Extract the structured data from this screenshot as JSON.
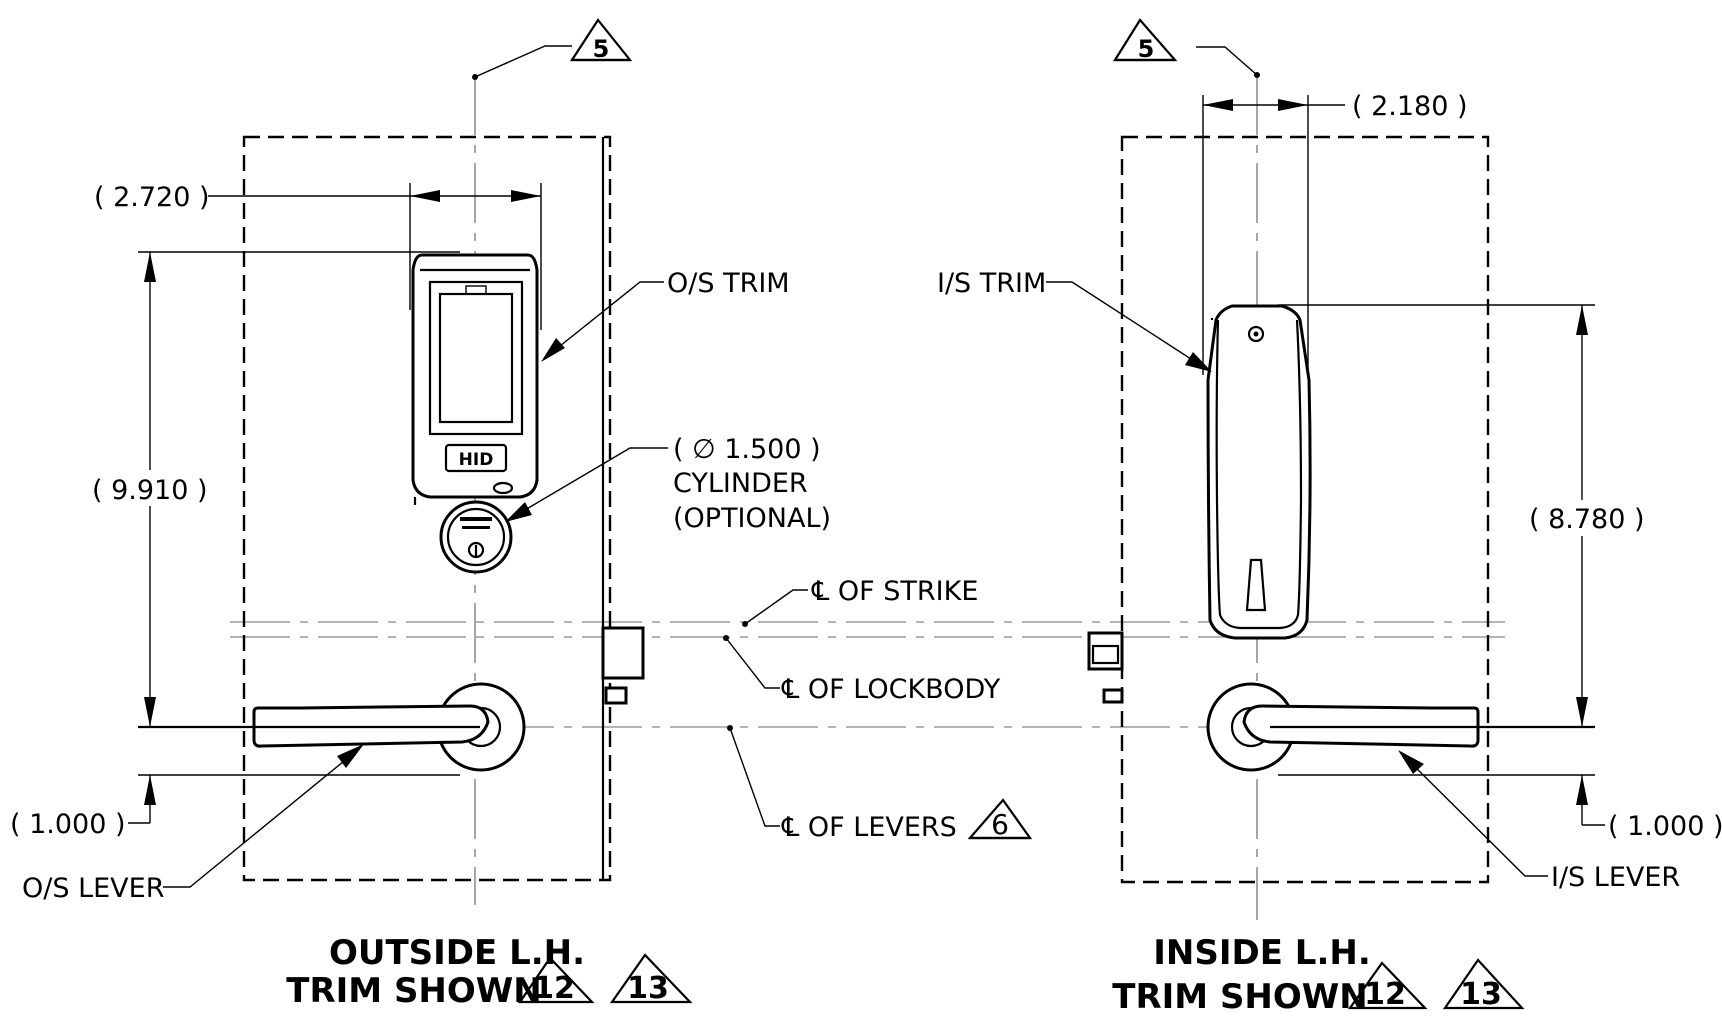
{
  "labels": {
    "callout_left_5": "5",
    "callout_right_5": "5",
    "dim_2720": "( 2.720 )",
    "dim_2180": "( 2.180 )",
    "dim_9910": "( 9.910 )",
    "dim_8780": "( 8.780 )",
    "dim_1000_left": "( 1.000 )",
    "dim_1000_right": "( 1.000 )",
    "os_trim": "O/S TRIM",
    "is_trim": "I/S TRIM",
    "cylinder_dia": "( ∅ 1.500 )",
    "cylinder": "CYLINDER",
    "optional": "(OPTIONAL)",
    "cl_strike": "℄ OF STRIKE",
    "cl_lockbody": "℄ OF LOCKBODY",
    "cl_levers": "℄ OF LEVERS",
    "callout_6": "6",
    "os_lever": "O/S LEVER",
    "is_lever": "I/S LEVER",
    "title_left_line1": "OUTSIDE L.H.",
    "title_left_line2": "TRIM SHOWN",
    "title_right_line1": "INSIDE L.H.",
    "title_right_line2": "TRIM SHOWN",
    "callout_12_left": "12",
    "callout_13_left": "13",
    "callout_12_right": "12",
    "callout_13_right": "13",
    "reader_logo": "HID"
  }
}
